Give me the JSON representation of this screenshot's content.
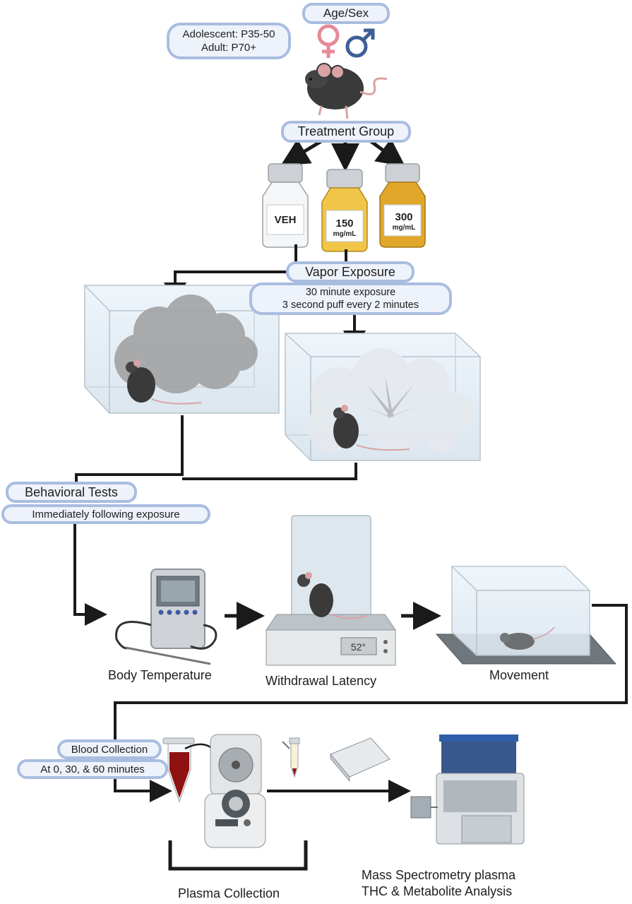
{
  "labels": {
    "age_sex": "Age/Sex",
    "age_line1": "Adolescent: P35-50",
    "age_line2": "Adult: P70+",
    "treatment_group": "Treatment Group",
    "vial_veh": "VEH",
    "vial_150_num": "150",
    "vial_150_unit": "mg/mL",
    "vial_300_num": "300",
    "vial_300_unit": "mg/mL",
    "vapor_exposure": "Vapor Exposure",
    "exposure_line1": "30 minute exposure",
    "exposure_line2": "3 second puff every 2 minutes",
    "behavioral_tests": "Behavioral Tests",
    "immediately_following": "Immediately following exposure",
    "body_temperature": "Body Temperature",
    "withdrawal_latency": "Withdrawal Latency",
    "hotplate_readout": "52°",
    "movement": "Movement",
    "blood_collection": "Blood Collection",
    "blood_times": "At 0, 30, & 60 minutes",
    "plasma_collection": "Plasma Collection",
    "mass_spec_line1": "Mass Spectrometry plasma",
    "mass_spec_line2": "THC & Metabolite Analysis"
  },
  "colors": {
    "pill_border": "#a9bde0",
    "pill_fill": "#eef3fb",
    "female_symbol": "#e68a98",
    "male_symbol": "#3d5f95",
    "arrow": "#1a1a1a",
    "vapor_dark": "#9e9e9e",
    "vapor_light": "#e6eaef",
    "vial_yellow": "#f0c548",
    "vial_gold": "#e0a72a",
    "blood_red": "#8e1212"
  },
  "icons": [
    "female-symbol-icon",
    "male-symbol-icon",
    "mouse-icon",
    "vial-icon",
    "cannabis-leaf-icon",
    "thermometer-icon",
    "hotplate-icon",
    "centrifuge-icon",
    "tube-icon",
    "well-plate-icon",
    "mass-spectrometer-icon"
  ]
}
